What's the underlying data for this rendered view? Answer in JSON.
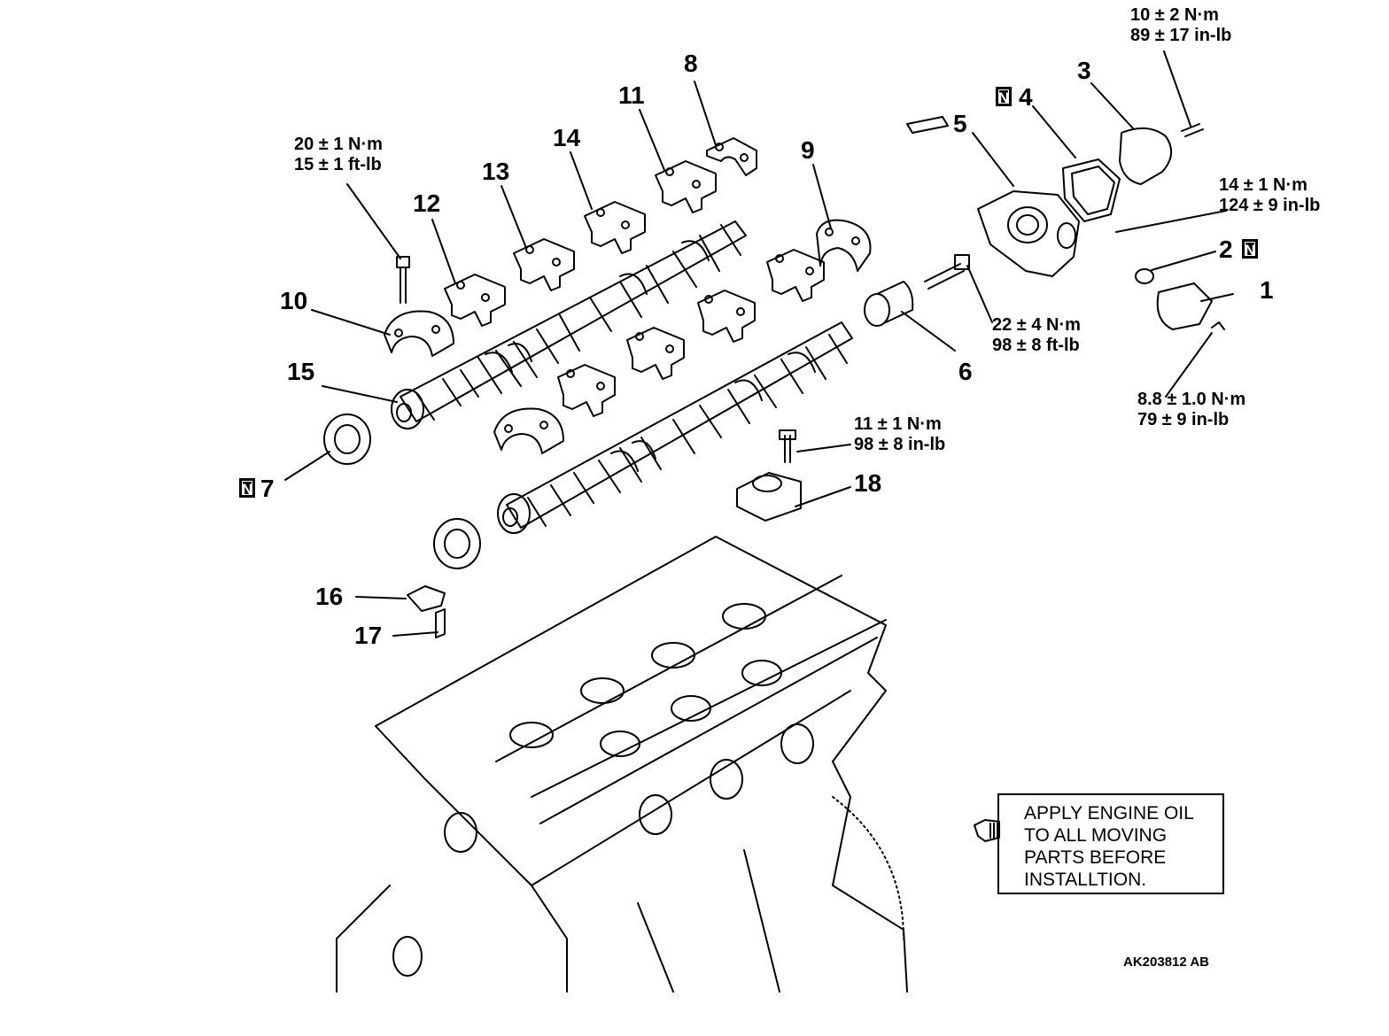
{
  "callouts": {
    "c1": "1",
    "c2": "2",
    "c3": "3",
    "c4": "4",
    "c5": "5",
    "c6": "6",
    "c7": "7",
    "c8": "8",
    "c9": "9",
    "c10": "10",
    "c11": "11",
    "c12": "12",
    "c13": "13",
    "c14": "14",
    "c15": "15",
    "c16": "16",
    "c17": "17",
    "c18": "18"
  },
  "new_part_mark": "N",
  "torque_specs": {
    "cam_cap_bolt": [
      "20 ± 1 N·m",
      "15 ± 1 ft-lb"
    ],
    "cover_bolt": [
      "10 ± 2 N·m",
      "89 ± 17 in-lb"
    ],
    "housing_bolt": [
      "14 ± 1 N·m",
      "124 ± 9 in-lb"
    ],
    "sprocket_bolt": [
      "22 ± 4 N·m",
      "98 ± 8 ft-lb"
    ],
    "sensor_bolt": [
      "8.8 ± 1.0 N·m",
      "79 ± 9 in-lb"
    ],
    "bracket_bolt": [
      "11 ± 1 N·m",
      "98 ± 8 in-lb"
    ]
  },
  "note": [
    "APPLY ENGINE OIL",
    "TO ALL MOVING",
    "PARTS BEFORE",
    "INSTALLTION."
  ],
  "note_icon": "oil-can-icon",
  "reference_code": "AK203812 AB"
}
